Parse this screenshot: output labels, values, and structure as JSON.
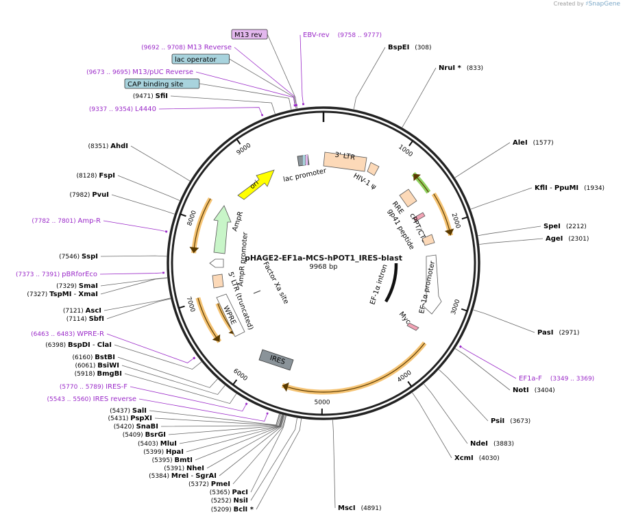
{
  "credit": {
    "prefix": "Created by",
    "brand": "SnapGene"
  },
  "plasmid": {
    "name": "pHAGE2-EF1a-MCS-hPOT1_IRES-blast",
    "size_label": "9968 bp"
  },
  "ruler": [
    "1000",
    "2000",
    "3000",
    "4000",
    "5000",
    "6000",
    "7000",
    "8000",
    "9000"
  ],
  "enzymes": [
    {
      "name": "BspEI",
      "pos": "(308)"
    },
    {
      "name": "NruI *",
      "pos": "(833)"
    },
    {
      "name": "AleI",
      "pos": "(1577)"
    },
    {
      "name": "KflI",
      "sep": "-",
      "name2": "PpuMI",
      "pos": "(1934)"
    },
    {
      "name": "SpeI",
      "pos": "(2212)"
    },
    {
      "name": "AgeI",
      "pos": "(2301)"
    },
    {
      "name": "PasI",
      "pos": "(2971)"
    },
    {
      "name": "NotI",
      "pos": "(3404)"
    },
    {
      "name": "PsiI",
      "pos": "(3673)"
    },
    {
      "name": "NdeI",
      "pos": "(3883)"
    },
    {
      "name": "XcmI",
      "pos": "(4030)"
    },
    {
      "name": "MscI",
      "pos": "(4891)"
    },
    {
      "name": "BclI *",
      "pos": "(5209)"
    },
    {
      "name": "NsiI",
      "pos": "(5252)"
    },
    {
      "name": "PacI",
      "pos": "(5365)"
    },
    {
      "name": "PmeI",
      "pos": "(5372)"
    },
    {
      "name": "MreI",
      "sep": "-",
      "name2": "SgrAI",
      "pos": "(5384)"
    },
    {
      "name": "NheI",
      "pos": "(5391)"
    },
    {
      "name": "BmtI",
      "pos": "(5395)"
    },
    {
      "name": "HpaI",
      "pos": "(5399)"
    },
    {
      "name": "MluI",
      "pos": "(5403)"
    },
    {
      "name": "BsrGI",
      "pos": "(5409)"
    },
    {
      "name": "SnaBI",
      "pos": "(5420)"
    },
    {
      "name": "PspXI",
      "pos": "(5431)"
    },
    {
      "name": "SalI",
      "pos": "(5437)"
    },
    {
      "name": "BmgBI",
      "pos": "(5918)"
    },
    {
      "name": "BsiWI",
      "pos": "(6061)"
    },
    {
      "name": "BstBI",
      "pos": "(6160)"
    },
    {
      "name": "BspDI",
      "sep": "-",
      "name2": "ClaI",
      "pos": "(6398)"
    },
    {
      "name": "SbfI",
      "pos": "(7114)"
    },
    {
      "name": "AscI",
      "pos": "(7121)"
    },
    {
      "name": "TspMI",
      "sep": "-",
      "name2": "XmaI",
      "pos": "(7327)"
    },
    {
      "name": "SmaI",
      "pos": "(7329)"
    },
    {
      "name": "SspI",
      "pos": "(7546)"
    },
    {
      "name": "PvuI",
      "pos": "(7982)"
    },
    {
      "name": "FspI",
      "pos": "(8128)"
    },
    {
      "name": "AhdI",
      "pos": "(8351)"
    },
    {
      "name": "SfiI",
      "pos": "(9471)"
    }
  ],
  "primers": [
    {
      "name": "EBV-rev",
      "range": "(9758 .. 9777)"
    },
    {
      "name": "M13 Reverse",
      "range": "(9692 .. 9708)"
    },
    {
      "name": "M13/pUC Reverse",
      "range": "(9673 .. 9695)"
    },
    {
      "name": "L4440",
      "range": "(9337 .. 9354)"
    },
    {
      "name": "Amp-R",
      "range": "(7782 .. 7801)"
    },
    {
      "name": "pBRforEco",
      "range": "(7373 .. 7391)"
    },
    {
      "name": "WPRE-R",
      "range": "(6463 .. 6483)"
    },
    {
      "name": "IRES-F",
      "range": "(5770 .. 5789)"
    },
    {
      "name": "IRES reverse",
      "range": "(5543 .. 5560)"
    },
    {
      "name": "EF1a-F",
      "range": "(3349 .. 3369)"
    }
  ],
  "boxed_labels": [
    {
      "name": "M13 rev",
      "color": "#e3b8ee"
    },
    {
      "name": "lac operator",
      "color": "#a8d3dd"
    },
    {
      "name": "CAP binding site",
      "color": "#a8d3dd"
    }
  ],
  "inner_labels": {
    "lac_promoter": "lac promoter",
    "ltr3": "3' LTR",
    "hiv_psi": "HIV-1 ψ",
    "rre": "RRE",
    "gp41": "gp41 peptide",
    "cppt": "cPPT/CTS",
    "ef1a_promoter": "EF-1α promoter",
    "ef1a_intron": "EF-1α intron",
    "myc": "Myc",
    "ori": "ori",
    "ampr": "AmpR",
    "ampr_promoter": "AmpR promoter",
    "ltr5": "5' LTR (truncated)",
    "factor_xa": "Factor Xa site",
    "wpre": "WPRE",
    "ires": "IRES"
  },
  "colors": {
    "backbone": "#222222",
    "primer": "#9a28c8",
    "feature_orange": "#f3b85a",
    "feature_green": "#7ac943",
    "ltr_fill": "#fcd9b8",
    "ori_fill": "#ffff00",
    "ampr_fill": "#c8f5c8",
    "ires_fill": "#8a9399"
  }
}
